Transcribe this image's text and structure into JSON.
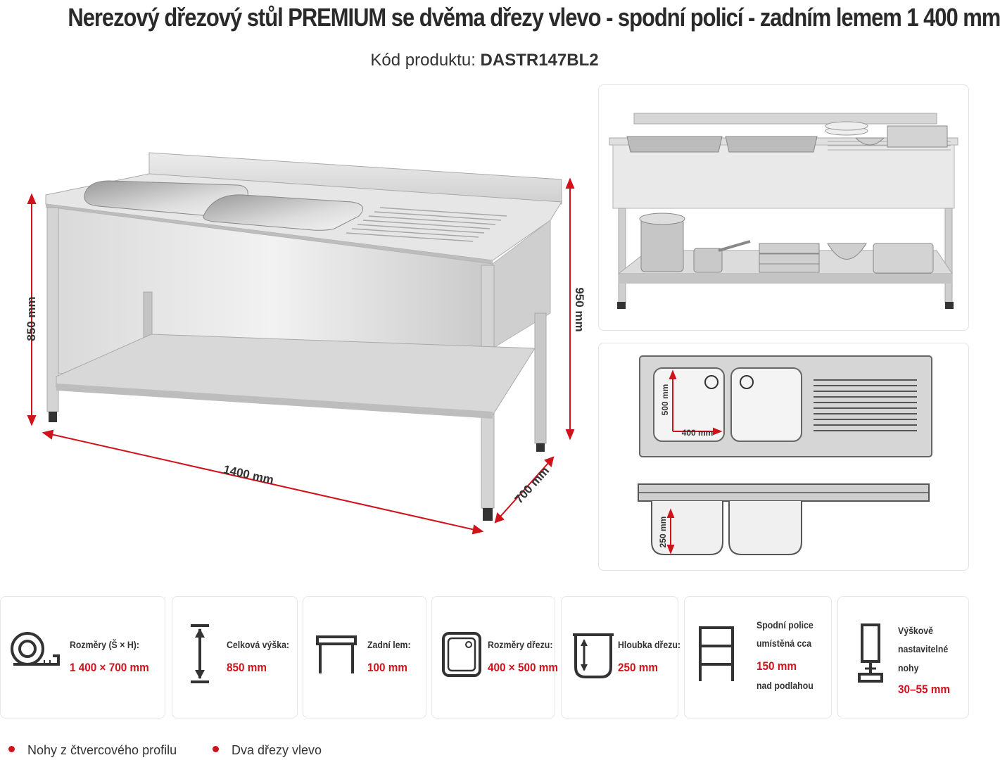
{
  "title": "Nerezový dřezový stůl PREMIUM se dvěma dřezy vlevo - spodní policí - zadním lemem 1 400 mm",
  "product_code": {
    "label": "Kód produktu:",
    "value": "DASTR147BL2"
  },
  "dimensions": {
    "width": "1400 mm",
    "depth": "700 mm",
    "height_left": "850 mm",
    "height_right": "950 mm"
  },
  "sink_diagram": {
    "width": "400 mm",
    "length": "500 mm",
    "depth": "250 mm"
  },
  "features": [
    {
      "label": "Rozměry (Š × H):",
      "value": "1 400 × 700 mm",
      "icon": "tape-measure-icon"
    },
    {
      "label": "Celková výška:",
      "value": "850 mm",
      "icon": "height-arrow-icon"
    },
    {
      "label": "Zadní lem:",
      "value": "100 mm",
      "icon": "backsplash-icon"
    },
    {
      "label": "Rozměry dřezu:",
      "value": "400 × 500 mm",
      "icon": "sink-top-icon"
    },
    {
      "label": "Hloubka dřezu:",
      "value": "250 mm",
      "icon": "sink-depth-icon"
    },
    {
      "label_line1": "Spodní police",
      "label_line2": "umístěná cca",
      "value": "150 mm",
      "label_line3": "nad podlahou",
      "icon": "shelf-icon"
    },
    {
      "label_line1": "Výškově",
      "label_line2": "nastavitelné",
      "label_line3": "nohy",
      "value": "30–55 mm",
      "icon": "adjustable-leg-icon"
    }
  ],
  "bullets": [
    "Nohy z čtvercového profilu",
    "Dva dřezy vlevo"
  ],
  "colors": {
    "accent": "#d0121b",
    "steel": "#c8c8c8",
    "text": "#2a2a2a"
  }
}
